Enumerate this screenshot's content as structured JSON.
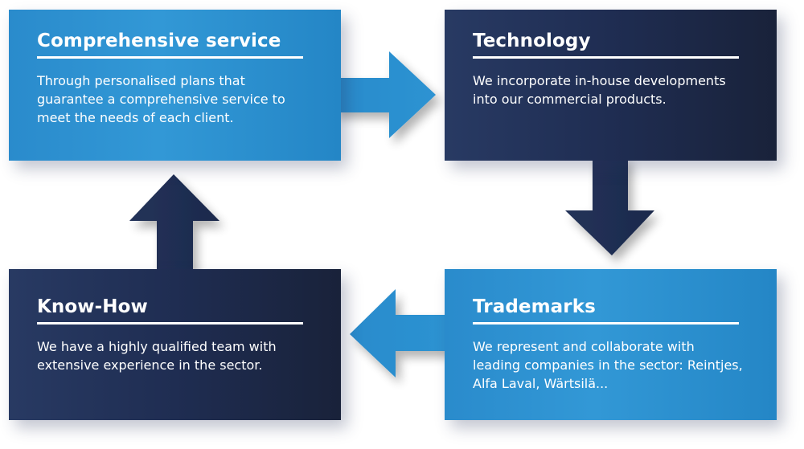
{
  "colors": {
    "light_blue": "#2c90d0",
    "navy": "#1f2d52",
    "text": "#ffffff"
  },
  "cards": {
    "comprehensive": {
      "title": "Comprehensive service",
      "body": "Through personalised plans that guarantee a comprehensive service to meet the needs of each client."
    },
    "technology": {
      "title": "Technology",
      "body": "We incorporate in-house developments into our commercial products."
    },
    "know_how": {
      "title": "Know-How",
      "body": "We have a highly qualified team with extensive experience in the sector."
    },
    "trademarks": {
      "title": "Trademarks",
      "body": "We represent and collaborate with leading companies in the sector: Reintjes, Alfa Laval, Wärtsilä..."
    }
  },
  "flow": [
    {
      "from": "Comprehensive service",
      "to": "Technology",
      "direction": "right",
      "icon": "arrow-right-icon"
    },
    {
      "from": "Technology",
      "to": "Trademarks",
      "direction": "down",
      "icon": "arrow-down-icon"
    },
    {
      "from": "Trademarks",
      "to": "Know-How",
      "direction": "left",
      "icon": "arrow-left-icon"
    },
    {
      "from": "Know-How",
      "to": "Comprehensive service",
      "direction": "up",
      "icon": "arrow-up-icon"
    }
  ]
}
